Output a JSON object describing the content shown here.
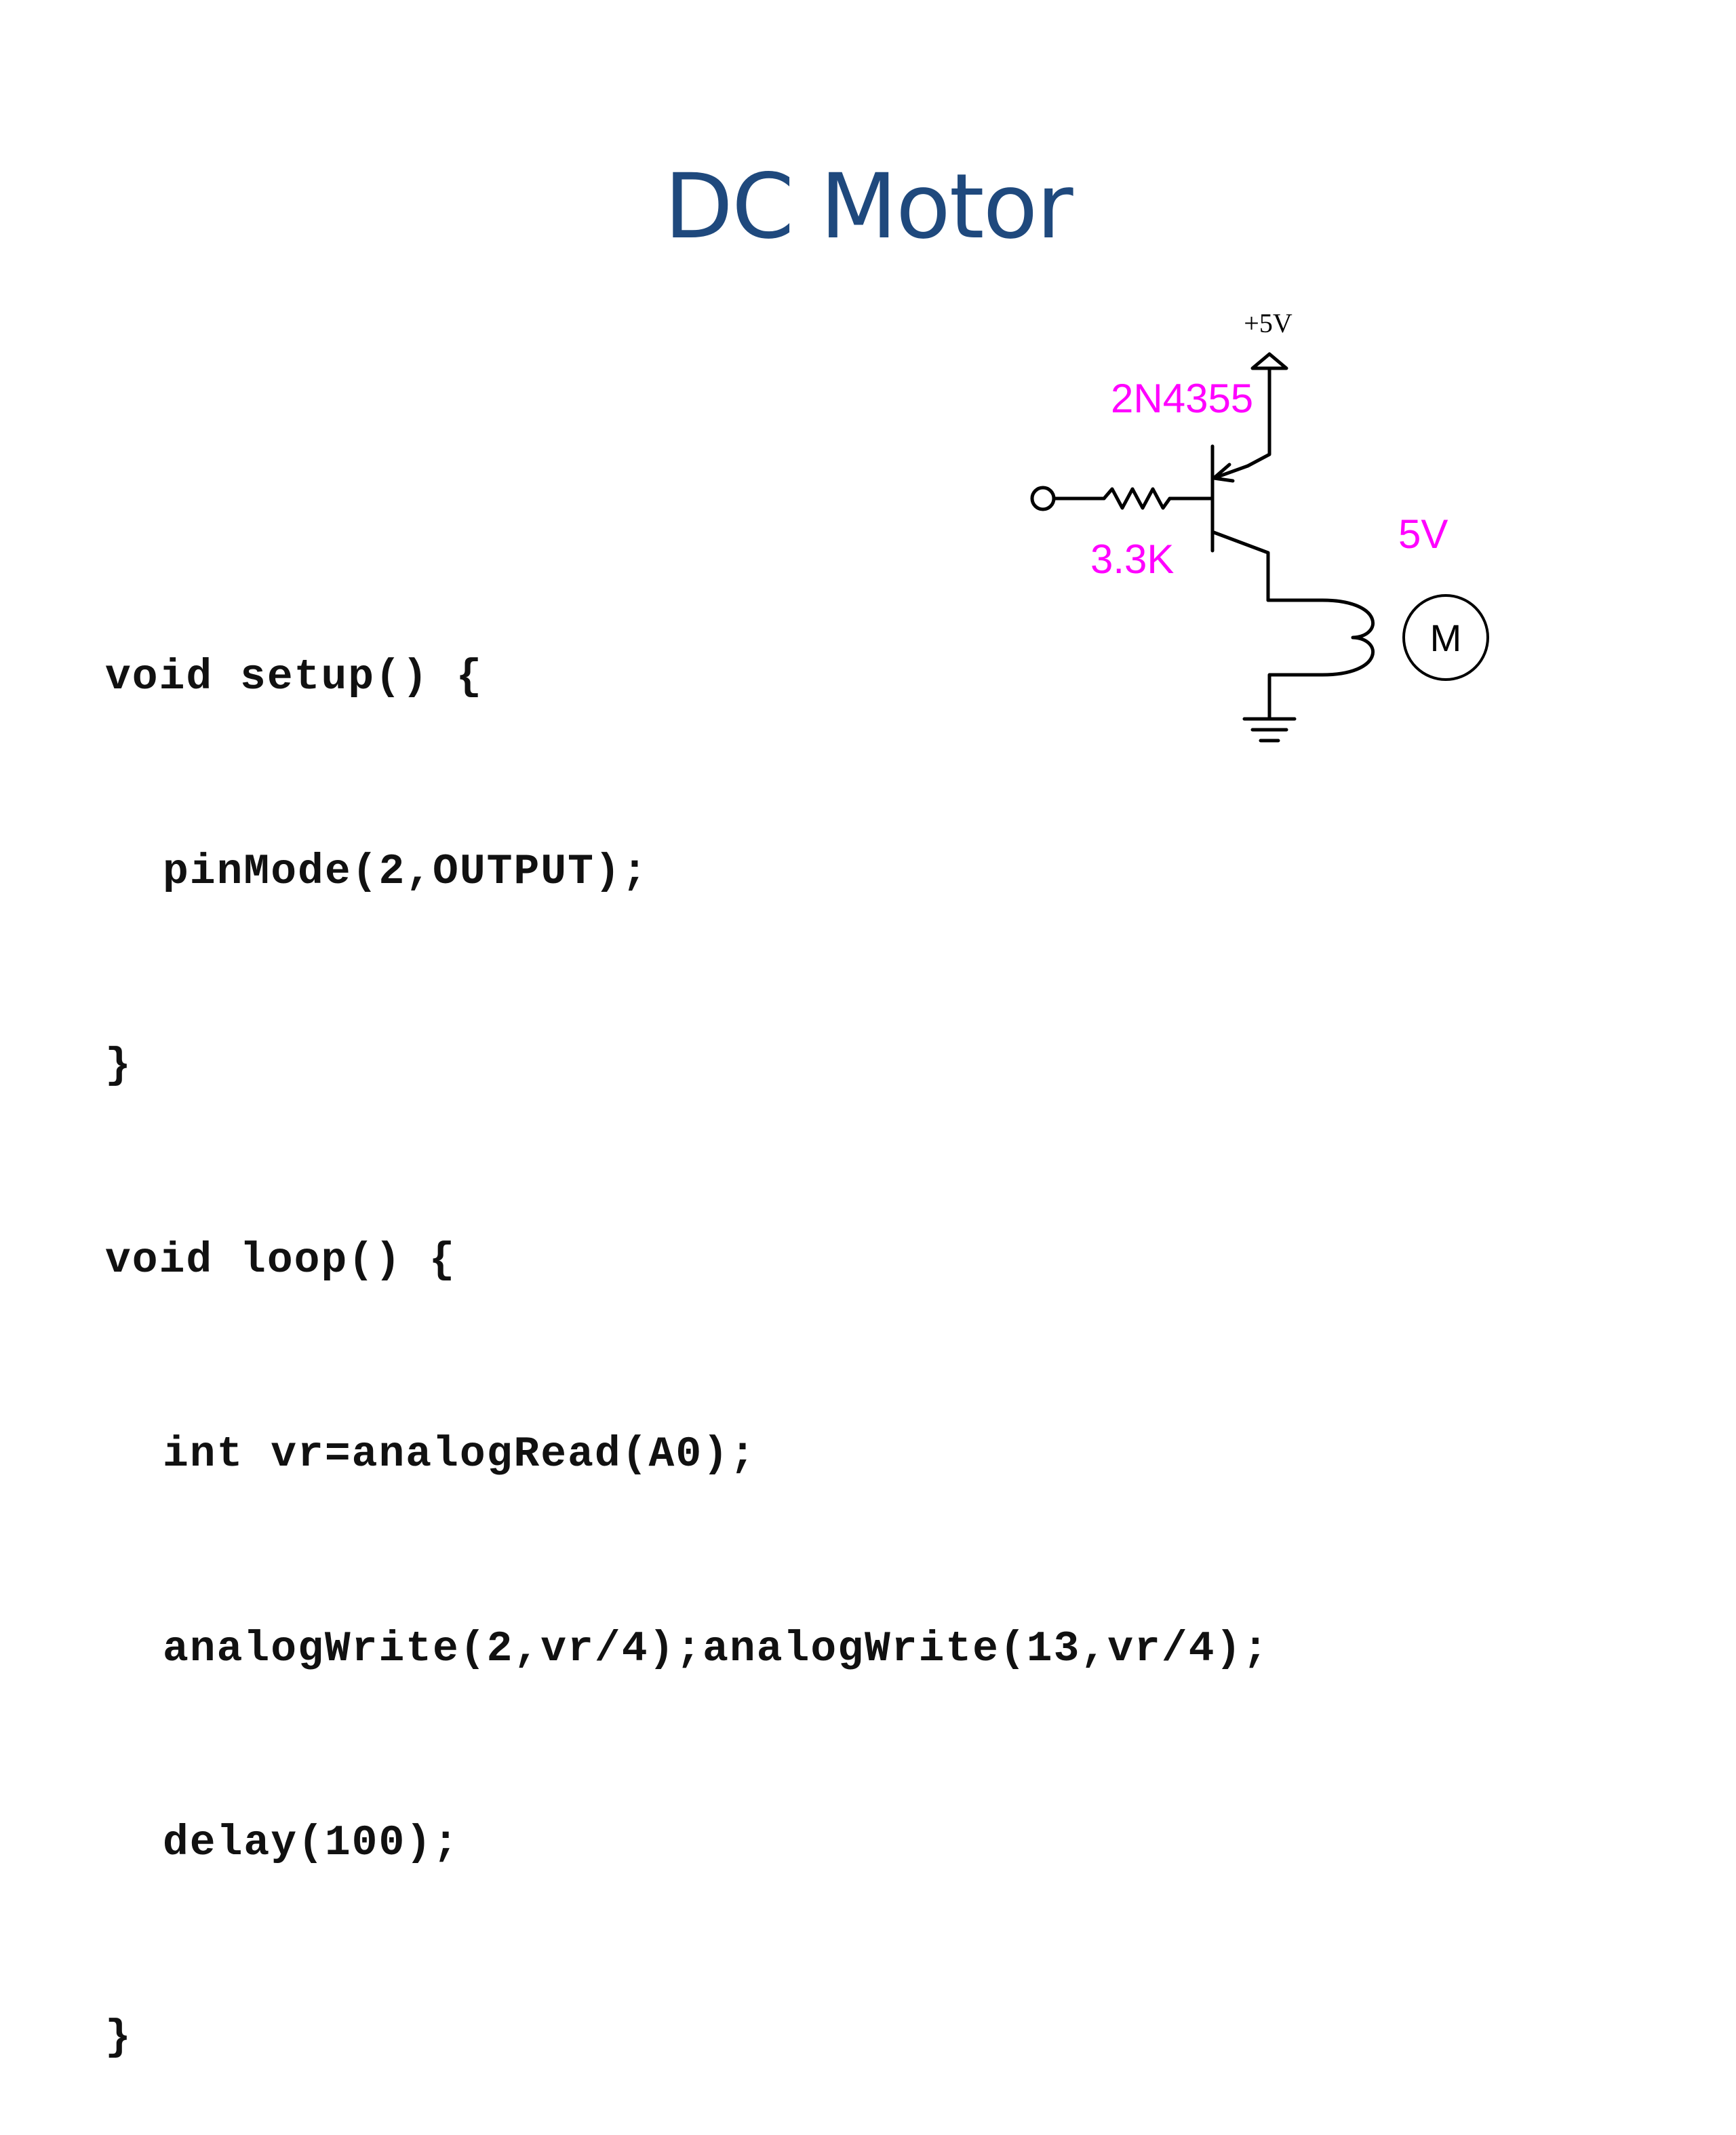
{
  "slide": {
    "title": "DC Motor"
  },
  "code": {
    "lines": [
      "void setup() {",
      "pinMode(2,OUTPUT);",
      "}",
      "void loop() {",
      "int vr=analogRead(A0);",
      "analogWrite(2,vr/4);analogWrite(13,vr/4);",
      "delay(100);",
      "}"
    ]
  },
  "schematic": {
    "supply_label": "+5V",
    "transistor_label": "2N4355",
    "resistor_label": "3.3K",
    "motor_voltage_label": "5V",
    "motor_letter": "M"
  },
  "colors": {
    "title": "#1f497d",
    "code": "#111111",
    "annotation": "#ff00ff",
    "wire": "#000000"
  }
}
